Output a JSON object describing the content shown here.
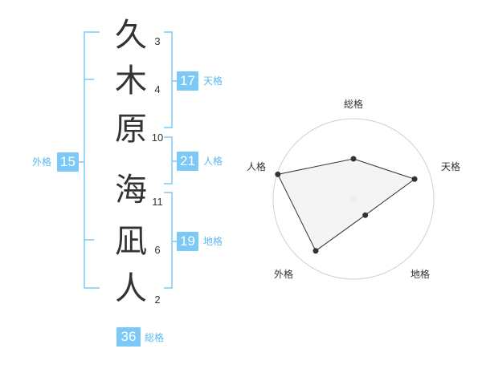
{
  "name": {
    "characters": [
      {
        "char": "久",
        "strokes": "3"
      },
      {
        "char": "木",
        "strokes": "4"
      },
      {
        "char": "原",
        "strokes": "10"
      },
      {
        "char": "海",
        "strokes": "11"
      },
      {
        "char": "凪",
        "strokes": "6"
      },
      {
        "char": "人",
        "strokes": "2"
      }
    ]
  },
  "scores": {
    "tenkaku": {
      "value": "17",
      "label": "天格"
    },
    "jinkaku": {
      "value": "21",
      "label": "人格"
    },
    "chikaku": {
      "value": "19",
      "label": "地格"
    },
    "gaikaku": {
      "value": "15",
      "label": "外格"
    },
    "soukaku": {
      "value": "36",
      "label": "総格"
    }
  },
  "colors": {
    "accent": "#7cc9f7",
    "accent_text": "#5bb8ee",
    "bracket": "#7cc9f7",
    "fill": "#f2f2f2",
    "ring": "#d0d0d0"
  },
  "chart_data": {
    "type": "radar",
    "axes": [
      "総格",
      "天格",
      "地格",
      "外格",
      "人格"
    ],
    "values": [
      0.5,
      0.8,
      0.25,
      0.8,
      0.99
    ],
    "rings": 4,
    "max": 1
  }
}
